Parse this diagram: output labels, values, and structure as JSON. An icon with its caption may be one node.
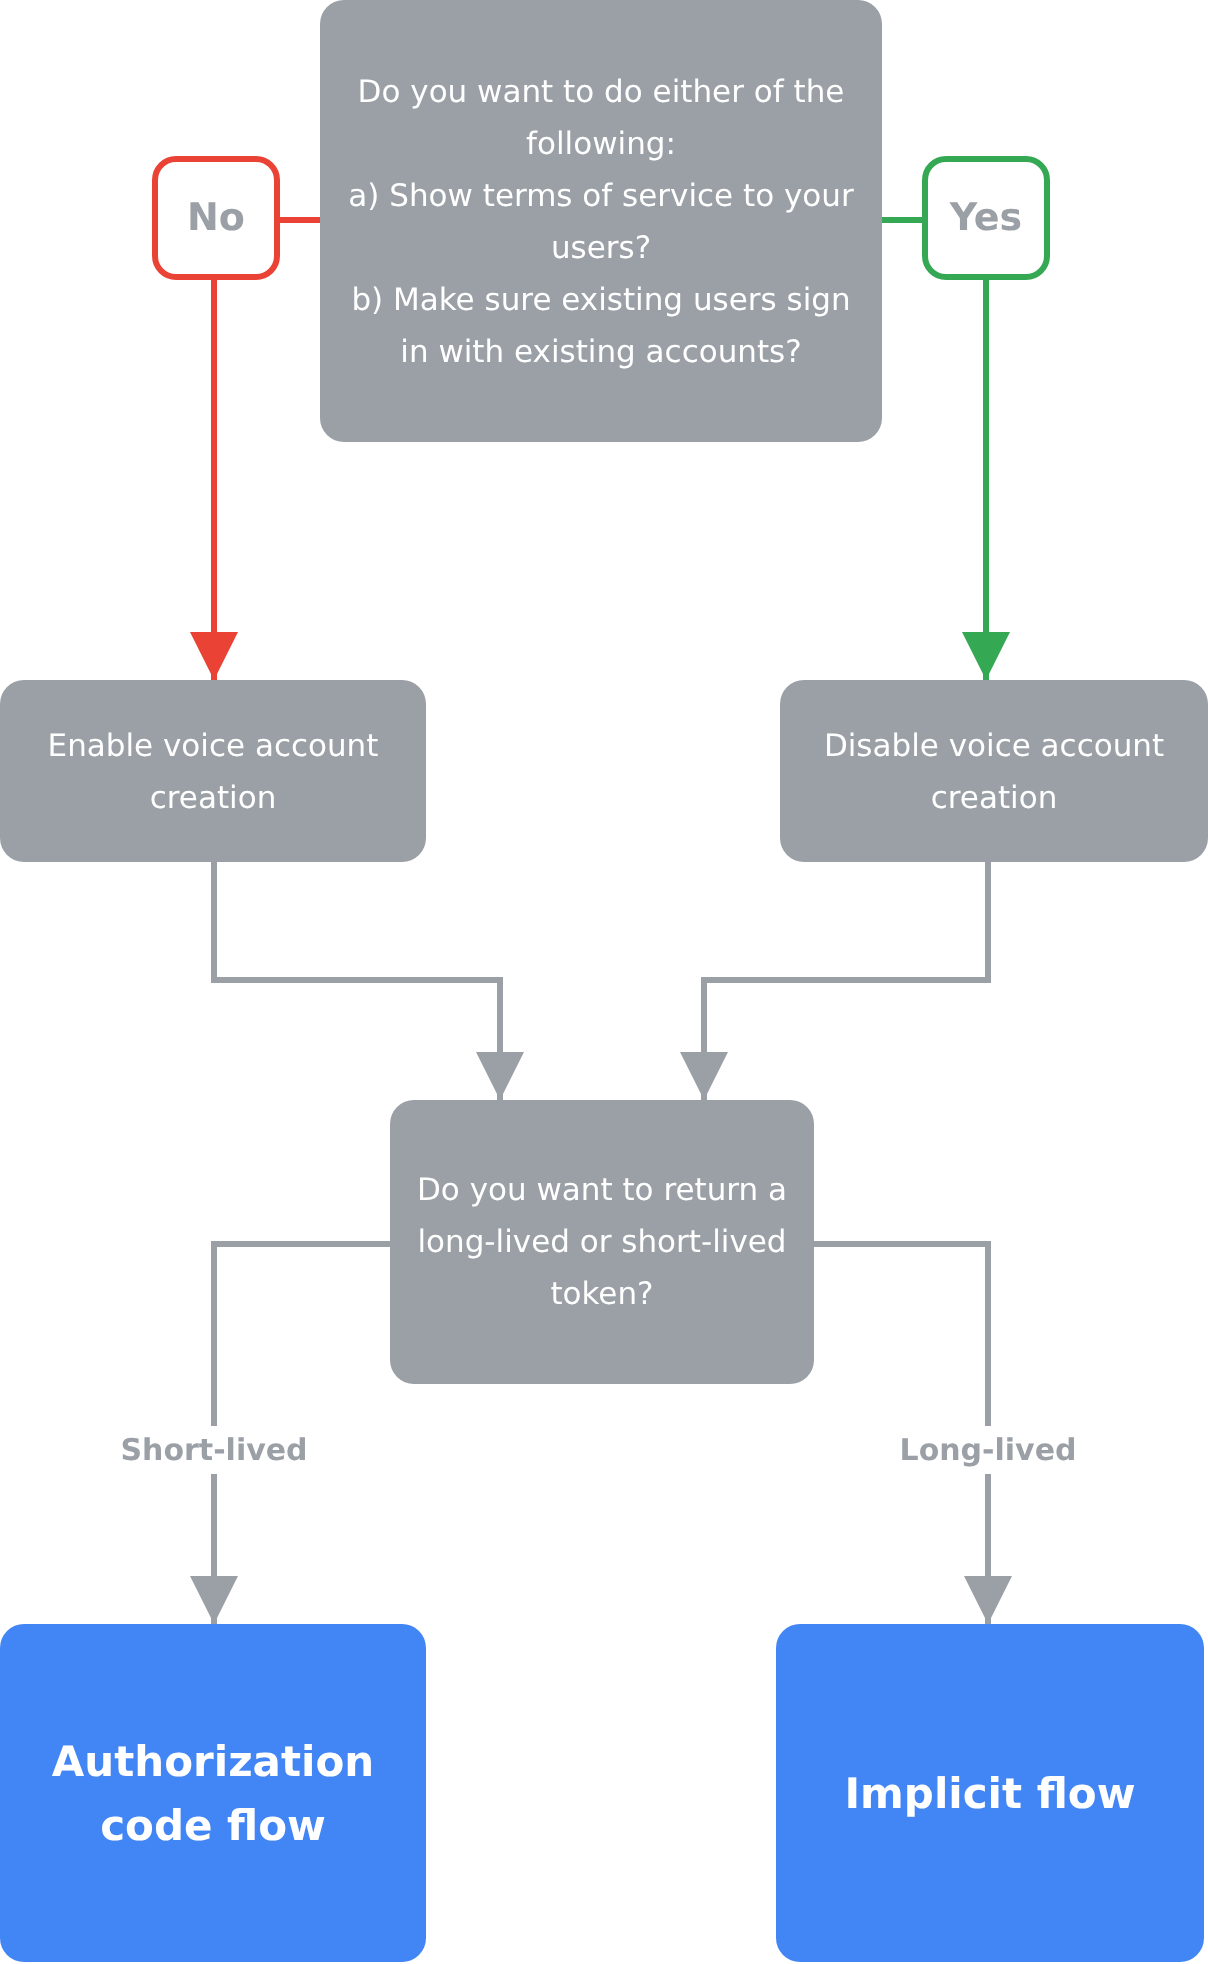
{
  "diagram": {
    "nodes": [
      {
        "text": [
          "Do you want to do either of the following:",
          "a) Show terms of service to your users?",
          "b) Make sure existing users sign in with existing accounts?"
        ]
      },
      {
        "text": [
          "No"
        ]
      },
      {
        "text": [
          "Yes"
        ]
      },
      {
        "text": [
          "Enable voice account creation"
        ]
      },
      {
        "text": [
          "Disable voice account creation"
        ]
      },
      {
        "text": [
          "Do you want to return a long-lived or short-lived token?"
        ]
      },
      {
        "text": [
          "Authorization code flow"
        ]
      },
      {
        "text": [
          "Implicit flow"
        ]
      }
    ],
    "edges": [
      {
        "from": 0,
        "to": 1,
        "arrow": "none",
        "color": "#ea4335"
      },
      {
        "from": 1,
        "to": 3,
        "arrow": "to",
        "color": "#ea4335"
      },
      {
        "from": 0,
        "to": 2,
        "arrow": "none",
        "color": "#34a853"
      },
      {
        "from": 2,
        "to": 4,
        "arrow": "to",
        "color": "#34a853"
      },
      {
        "from": 3,
        "to": 5,
        "arrow": "to"
      },
      {
        "from": 4,
        "to": 5,
        "arrow": "to"
      },
      {
        "from": 5,
        "to": 6,
        "arrow": "to",
        "label": "Short-lived"
      },
      {
        "from": 5,
        "to": 7,
        "arrow": "to",
        "label": "Long-lived"
      }
    ]
  }
}
